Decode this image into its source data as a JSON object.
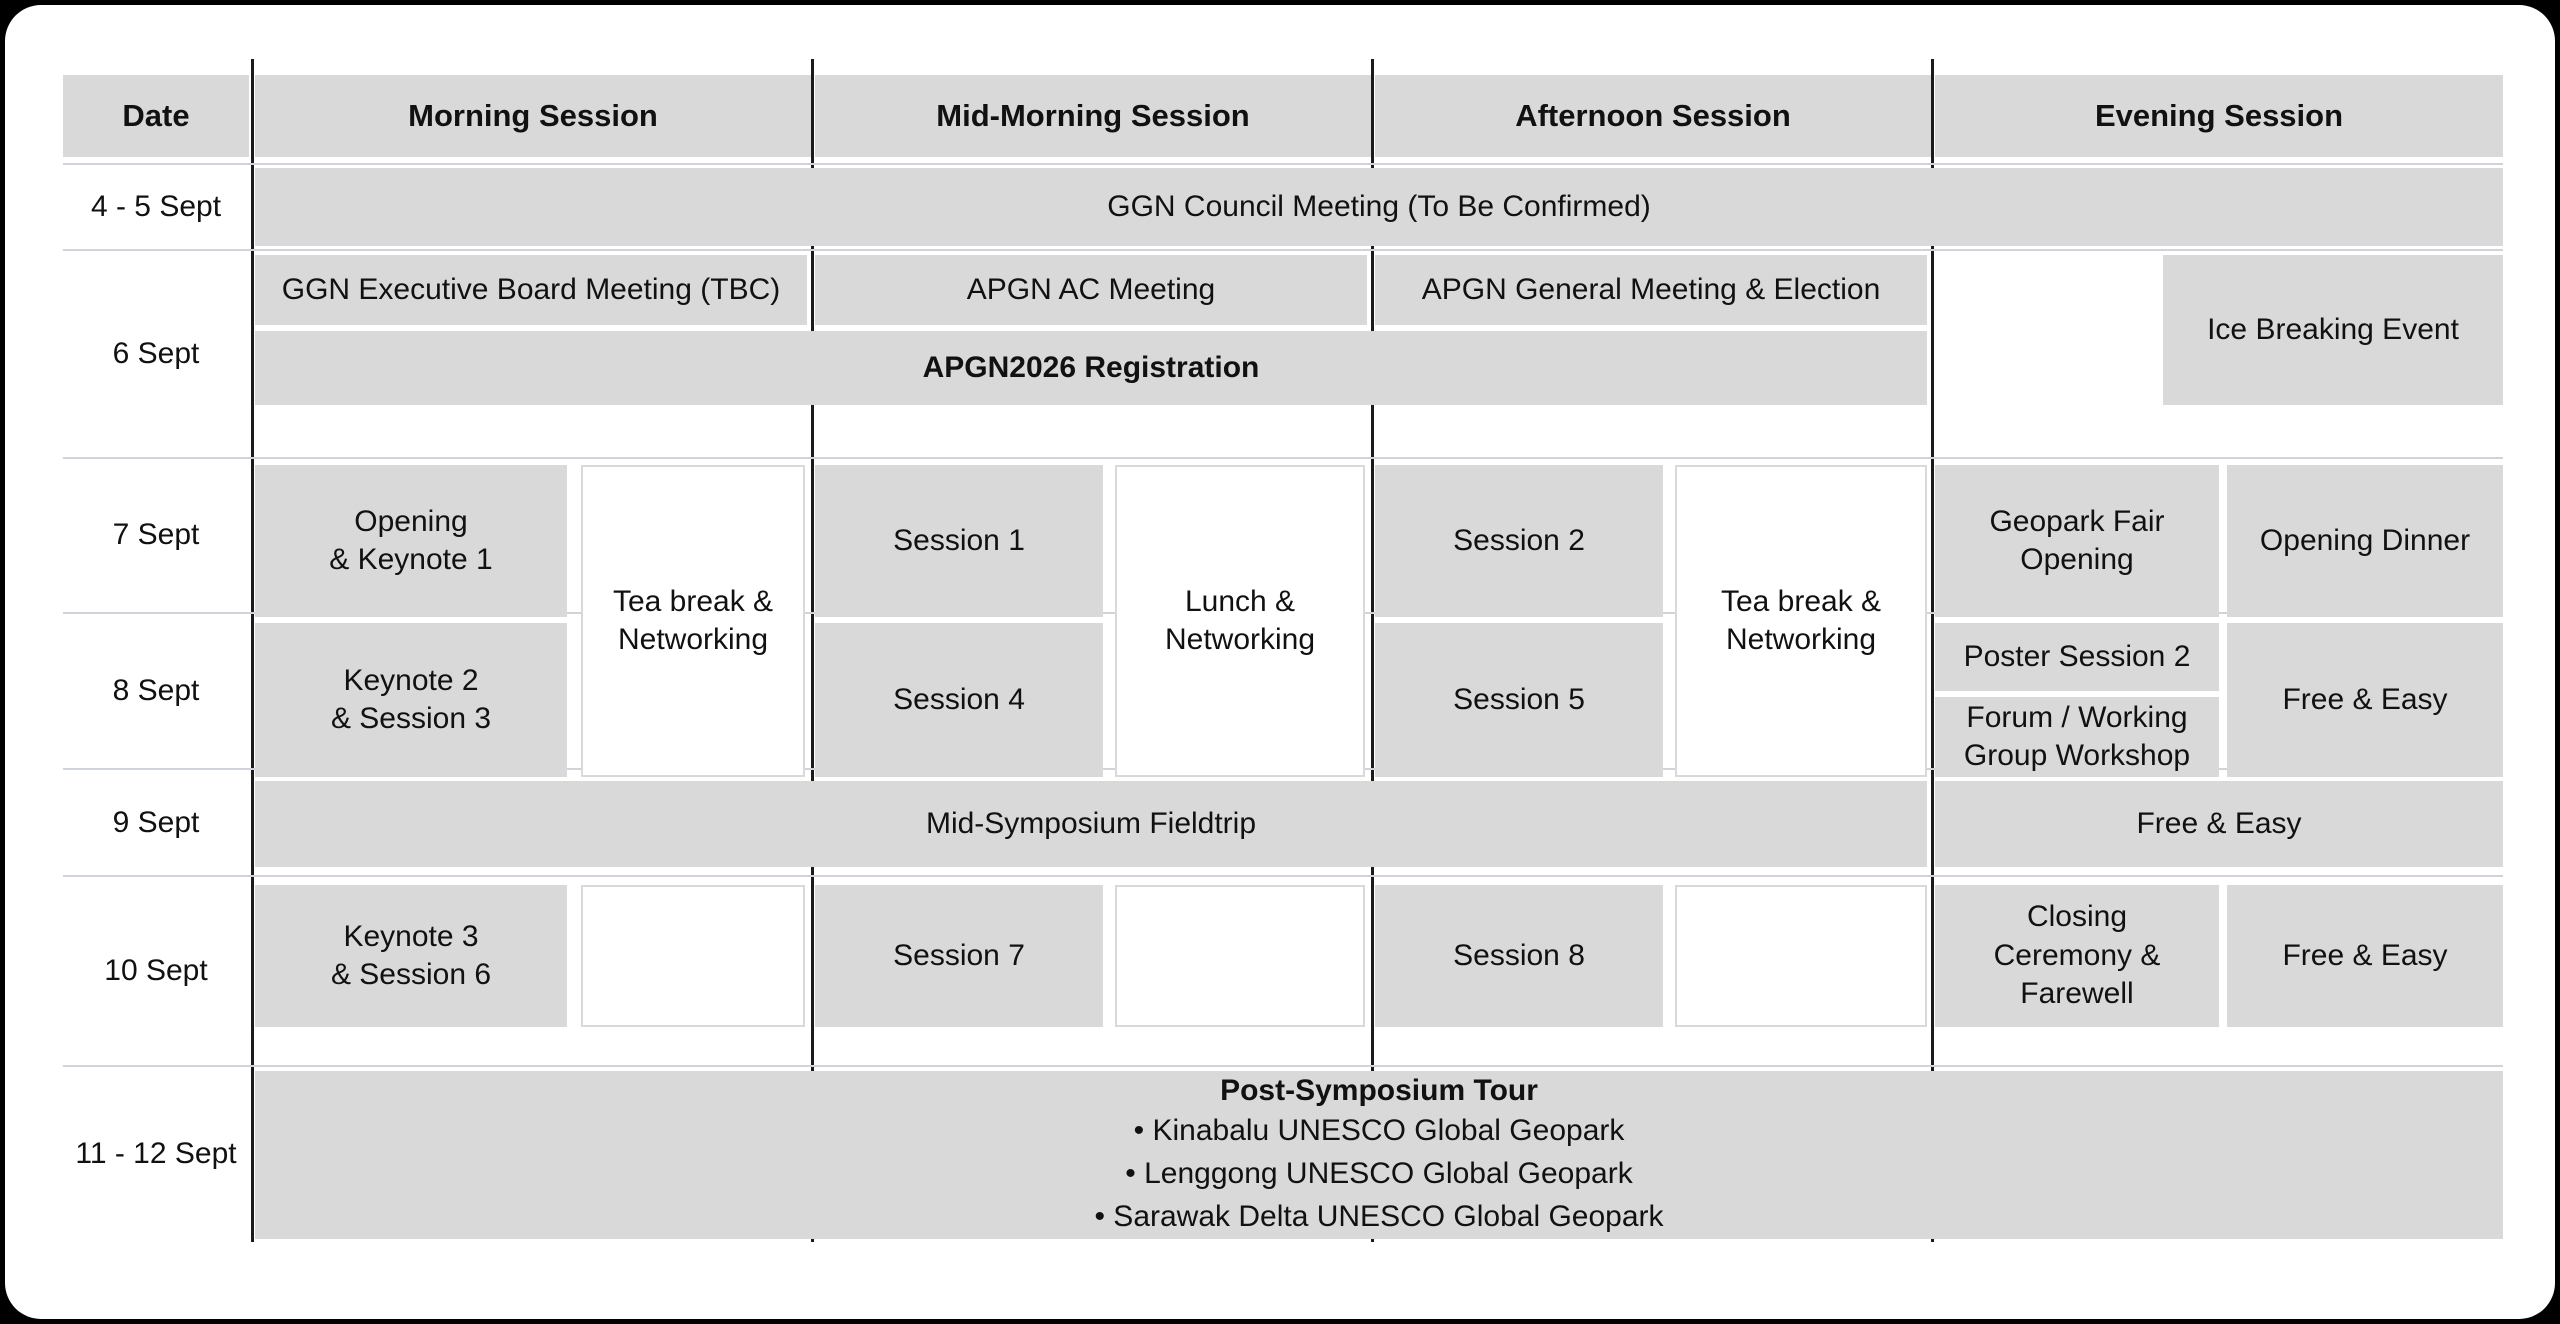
{
  "table": {
    "columns": [
      {
        "key": "date",
        "label": "Date"
      },
      {
        "key": "morning",
        "label": "Morning Session"
      },
      {
        "key": "midmorning",
        "label": "Mid-Morning Session"
      },
      {
        "key": "afternoon",
        "label": "Afternoon Session"
      },
      {
        "key": "evening",
        "label": "Evening Session"
      }
    ],
    "dates": {
      "d45": "4 - 5 Sept",
      "d6": "6 Sept",
      "d7": "7 Sept",
      "d8": "8 Sept",
      "d9": "9 Sept",
      "d10": "10 Sept",
      "d1112": "11 - 12 Sept"
    },
    "entries": {
      "ggn_council": "GGN Council Meeting (To Be Confirmed)",
      "ggn_exec_board": "GGN Executive Board Meeting (TBC)",
      "apgn_ac_meeting": "APGN AC Meeting",
      "apgn_general": "APGN General Meeting & Election",
      "ice_breaking": "Ice Breaking Event",
      "registration": "APGN2026 Registration",
      "opening_keynote1": "Opening\n& Keynote 1",
      "tea_break_am": "Tea break &\nNetworking",
      "session1": "Session 1",
      "lunch": "Lunch &\nNetworking",
      "session2": "Session 2",
      "tea_break_pm": "Tea break &\nNetworking",
      "geopark_fair": "Geopark Fair\nOpening",
      "opening_dinner": "Opening Dinner",
      "keynote2_session3": "Keynote 2\n& Session 3",
      "session4": "Session 4",
      "session5": "Session 5",
      "poster_session2": "Poster Session 2",
      "forum_workshop": "Forum / Working\nGroup Workshop",
      "free_easy_8": "Free & Easy",
      "fieldtrip": "Mid-Symposium Fieldtrip",
      "free_easy_9": "Free & Easy",
      "keynote3_session6": "Keynote 3\n& Session 6",
      "session7": "Session 7",
      "session8": "Session 8",
      "closing_ceremony": "Closing\nCeremony &\nFarewell",
      "free_easy_10": "Free & Easy",
      "break_empty": ""
    },
    "post_symposium": {
      "title": "Post-Symposium Tour",
      "items": [
        "• Kinabalu UNESCO Global Geopark",
        "• Lenggong UNESCO Global Geopark",
        "• Sarawak Delta UNESCO Global Geopark"
      ]
    }
  },
  "colors": {
    "page_background": "#000000",
    "card_background": "#ffffff",
    "cell_fill": "#d9d9d9",
    "divider_dark": "#1a1a1a",
    "divider_light": "#cfd4dc",
    "text": "#111111"
  }
}
